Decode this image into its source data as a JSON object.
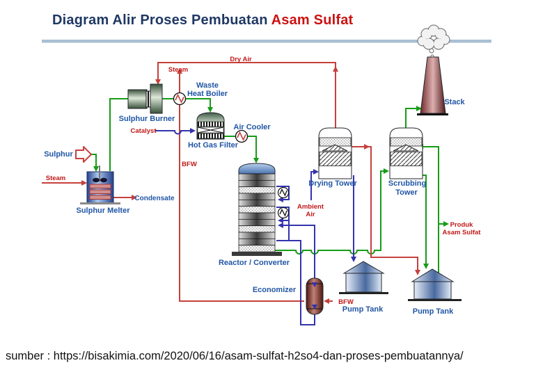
{
  "title": {
    "part1": "Diagram Alir Proses Pembuatan",
    "part2": "Asam Sulfat"
  },
  "source_line": "sumber : https://bisakimia.com/2020/06/16/asam-sulfat-h2so4-dan-proses-pembuatannya/",
  "equipment": {
    "sulphur_melter": "Sulphur Melter",
    "sulphur_burner": "Sulphur Burner",
    "waste_heat_boiler_l1": "Waste",
    "waste_heat_boiler_l2": "Heat Boiler",
    "hot_gas_filter": "Hot Gas Filter",
    "air_cooler": "Air Cooler",
    "reactor_converter": "Reactor / Converter",
    "drying_tower": "Drying Tower",
    "scrubbing_tower_l1": "Scrubbing",
    "scrubbing_tower_l2": "Tower",
    "economizer": "Economizer",
    "pump_tank_1": "Pump Tank",
    "pump_tank_2": "Pump Tank",
    "stack": "Stack"
  },
  "streams": {
    "sulphur": "Sulphur",
    "steam_melter": "Steam",
    "condensate": "Condensate",
    "steam_top": "Steam",
    "dry_air": "Dry Air",
    "catalyst": "Catalyst",
    "bfw_left": "BFW",
    "bfw_econ": "BFW",
    "ambient_air_l1": "Ambient",
    "ambient_air_l2": "Air",
    "produk_l1": "Produk",
    "produk_l2": "Asam Sulfat"
  },
  "colors": {
    "title_navy": "#1F3864",
    "title_red": "#CC1111",
    "label_blue": "#2156A5",
    "label_red": "#C01818",
    "pipe_green": "#169C16",
    "pipe_red": "#C5403C",
    "pipe_blue": "#3333AE",
    "divider": "#A9BFD3"
  }
}
